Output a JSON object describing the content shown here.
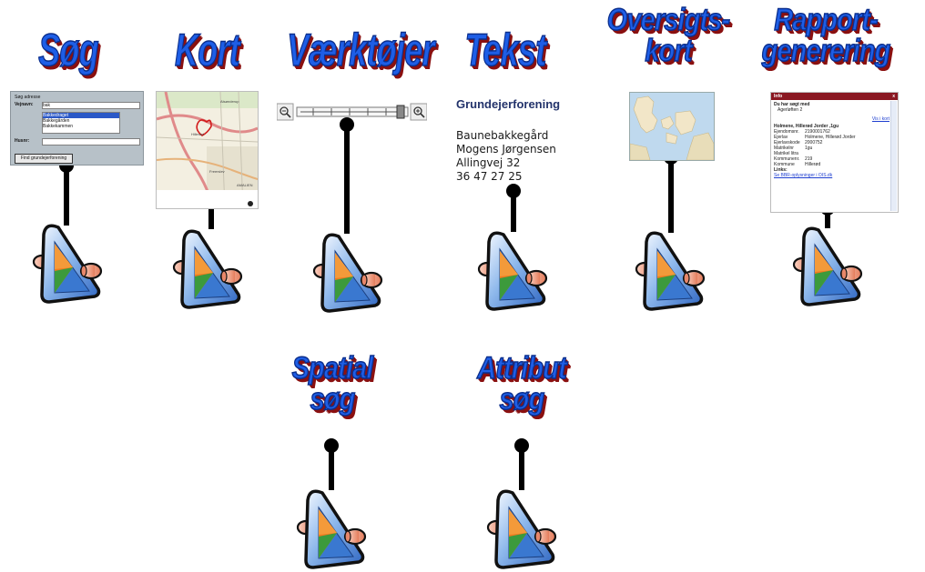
{
  "titles": {
    "sog": "Søg",
    "kort": "Kort",
    "vaerktojer": "Værktøjer",
    "tekst": "Tekst",
    "oversigtskort": "Oversigts-\nkort",
    "rapport": "Rapport-\ngenerering",
    "spatial": "Spatial\nsøg",
    "attribut": "Attribut\nsøg"
  },
  "search_form": {
    "heading": "Søg adresse",
    "vejnavn_label": "Vejnavn:",
    "vejnavn_value": "bak",
    "options": [
      "Bakkedraget",
      "Bakkegården",
      "Bakkekammen"
    ],
    "husnr_label": "Husnr:",
    "button": "Find grundejerforening"
  },
  "map": {
    "labels": [
      "Hillerød",
      "Alsønderup",
      "Freerslev",
      "AMALIEN"
    ]
  },
  "text_block": {
    "org": "Grundejerforening",
    "lines": [
      "Baunebakkegård",
      "Mogens Jørgensen",
      "Allingvej 32",
      "36 47 27 25"
    ]
  },
  "info_panel": {
    "header": "Info",
    "close": "x",
    "searched": "Du har søgt med",
    "searched_value": "Agerløften 2",
    "map_link": "Vis i kort",
    "parcel_title": "Holmene, Hillerød Jorder ,1gu",
    "rows": [
      [
        "Ejendomsnr.",
        "2190001762"
      ],
      [
        "Ejerlav",
        "Holmene, Hillerød Jorder"
      ],
      [
        "Ejerlavskode",
        "2000752"
      ],
      [
        "Matrikelnr",
        "1gu"
      ],
      [
        "Matrikel litra",
        ""
      ],
      [
        "Kommunenr.",
        "219"
      ],
      [
        "Kommune",
        "Hillerød"
      ]
    ],
    "links_label": "Links:",
    "link": "Se BBR-oplysninger i OIS.dk"
  },
  "colors": {
    "title_fill": "#1e5ee6",
    "title_shadow": "#8a1010",
    "connector": "#000000",
    "icon_blue": "#3a78d0",
    "icon_orange": "#f07a20",
    "icon_pink": "#f2a184",
    "icon_green": "#3c9a3c"
  },
  "icons": [
    "component-icon"
  ]
}
